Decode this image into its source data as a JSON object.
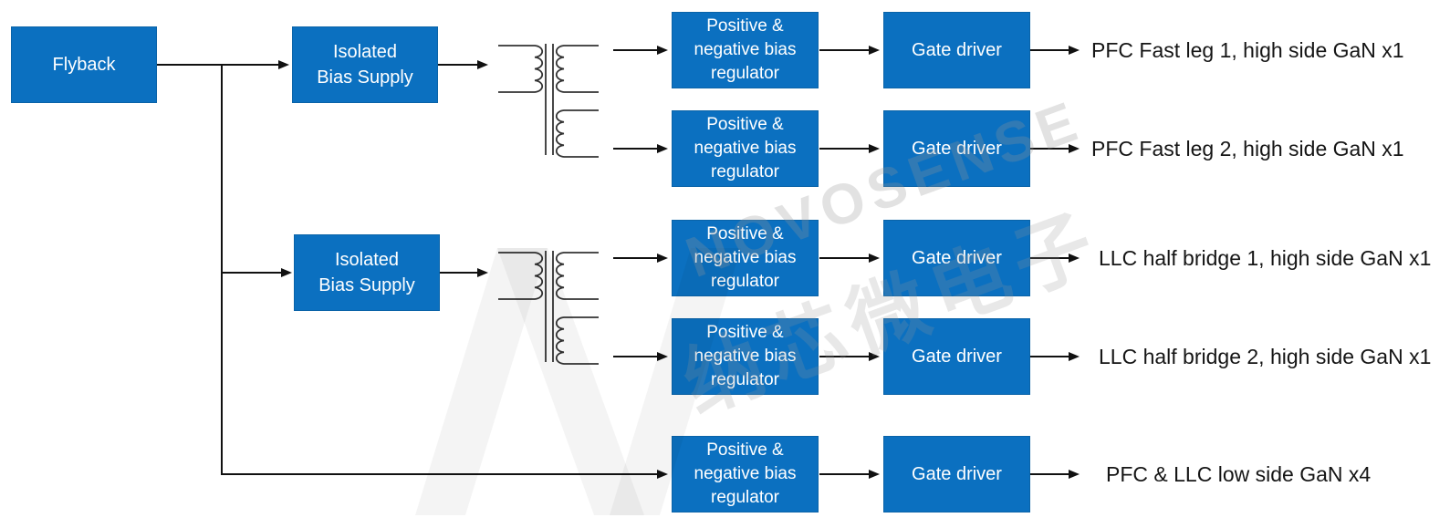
{
  "diagram_type": "block-diagram",
  "flyback": {
    "label": "Flyback"
  },
  "bias_supply": {
    "lines": [
      "Isolated",
      "Bias Supply"
    ]
  },
  "regulator": {
    "lines": [
      "Positive &",
      "negative bias",
      "regulator"
    ]
  },
  "gate_driver": {
    "label": "Gate driver"
  },
  "outputs": [
    "PFC Fast leg 1, high side GaN x1",
    "PFC Fast leg 2, high side GaN x1",
    "LLC half bridge 1, high side GaN x1",
    "LLC half bridge 2, high side GaN x1",
    "PFC & LLC low side GaN x4"
  ],
  "watermark": {
    "brand": "NOVOSENSE",
    "brand_cn": "纳芯微电子"
  },
  "colors": {
    "block_fill": "#0B70C0",
    "block_text": "#ffffff",
    "connector": "#111111",
    "label_text": "#151515",
    "watermark": "#e7e7e7"
  }
}
